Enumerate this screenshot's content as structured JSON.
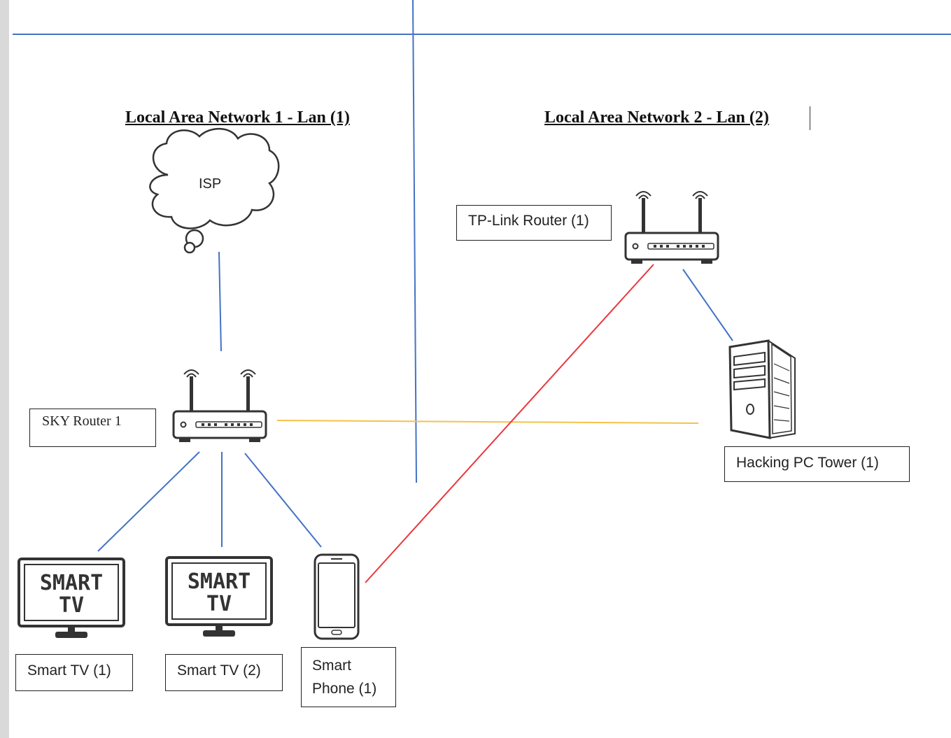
{
  "titles": {
    "lan1": "Local Area Network 1 - Lan (1)",
    "lan2": "Local Area Network 2 - Lan (2)"
  },
  "nodes": {
    "isp": "ISP",
    "sky_router": "SKY Router 1",
    "tplink_router": "TP-Link Router (1)",
    "hacking_pc": "Hacking PC Tower (1)",
    "smart_tv_1": "Smart TV (1)",
    "smart_tv_2": "Smart TV (2)",
    "smart_phone_line1": "Smart",
    "smart_phone_line2": "Phone (1)"
  },
  "tv_screen": {
    "line1": "SMART",
    "line2": "TV"
  },
  "colors": {
    "divider": "#4472c4",
    "link_blue": "#4472c4",
    "link_red": "#e8383d",
    "link_yellow": "#f5c24a",
    "icon": "#333333"
  }
}
